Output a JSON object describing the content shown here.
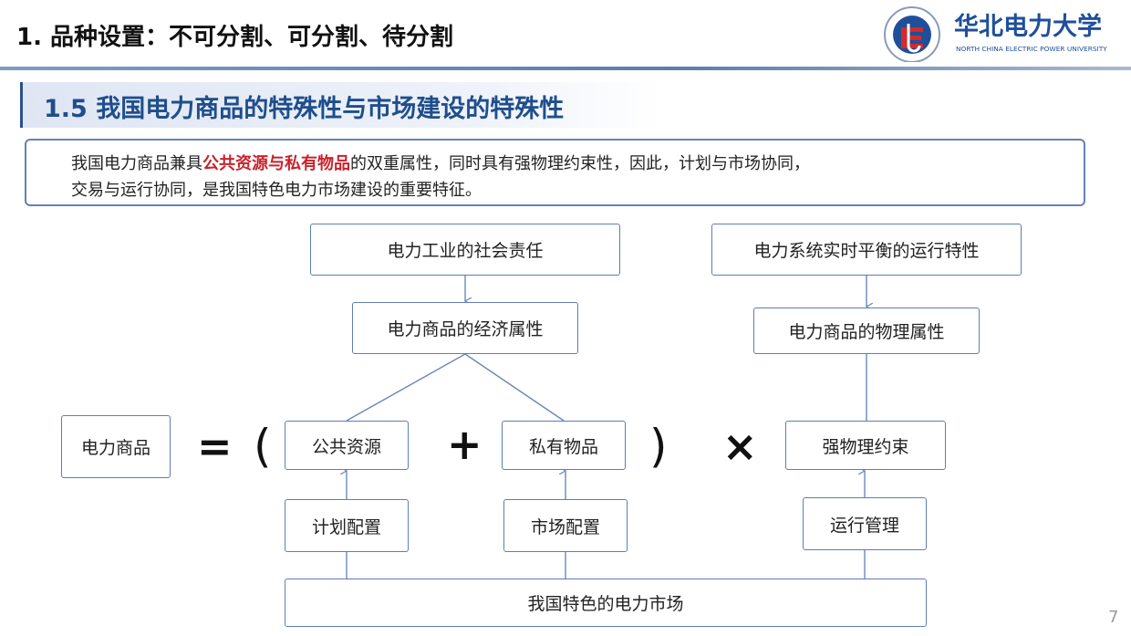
{
  "header": {
    "title": "1. 品种设置：不可分割、可分割、待分割",
    "logo": {
      "name_cn": "华北电力大学",
      "name_en": "NORTH CHINA ELECTRIC POWER UNIVERSITY"
    }
  },
  "section": {
    "title": "1.5 我国电力商品的特殊性与市场建设的特殊性"
  },
  "intro": {
    "line1_pre": "我国电力商品兼具",
    "line1_highlight": "公共资源与私有物品",
    "line1_post": "的双重属性，同时具有强物理约束性，因此，计划与市场协同，",
    "line2": "交易与运行协同，是我国特色电力市场建设的重要特征。",
    "highlight_color": "#c8232c"
  },
  "diagram": {
    "social_responsibility": "电力工业的社会责任",
    "economic_attribute": "电力商品的经济属性",
    "realtime_balance": "电力系统实时平衡的运行特性",
    "physical_attribute": "电力商品的物理属性",
    "power_commodity": "电力商品",
    "equals": "=",
    "open_paren": "(",
    "public_resource": "公共资源",
    "plus": "+",
    "private_goods": "私有物品",
    "close_paren": ")",
    "times": "×",
    "physical_constraint": "强物理约束",
    "planned_allocation": "计划配置",
    "market_allocation": "市场配置",
    "operation_management": "运行管理",
    "chinese_market": "我国特色的电力市场",
    "border_color": "#5b7fb5"
  },
  "page_number": "7"
}
